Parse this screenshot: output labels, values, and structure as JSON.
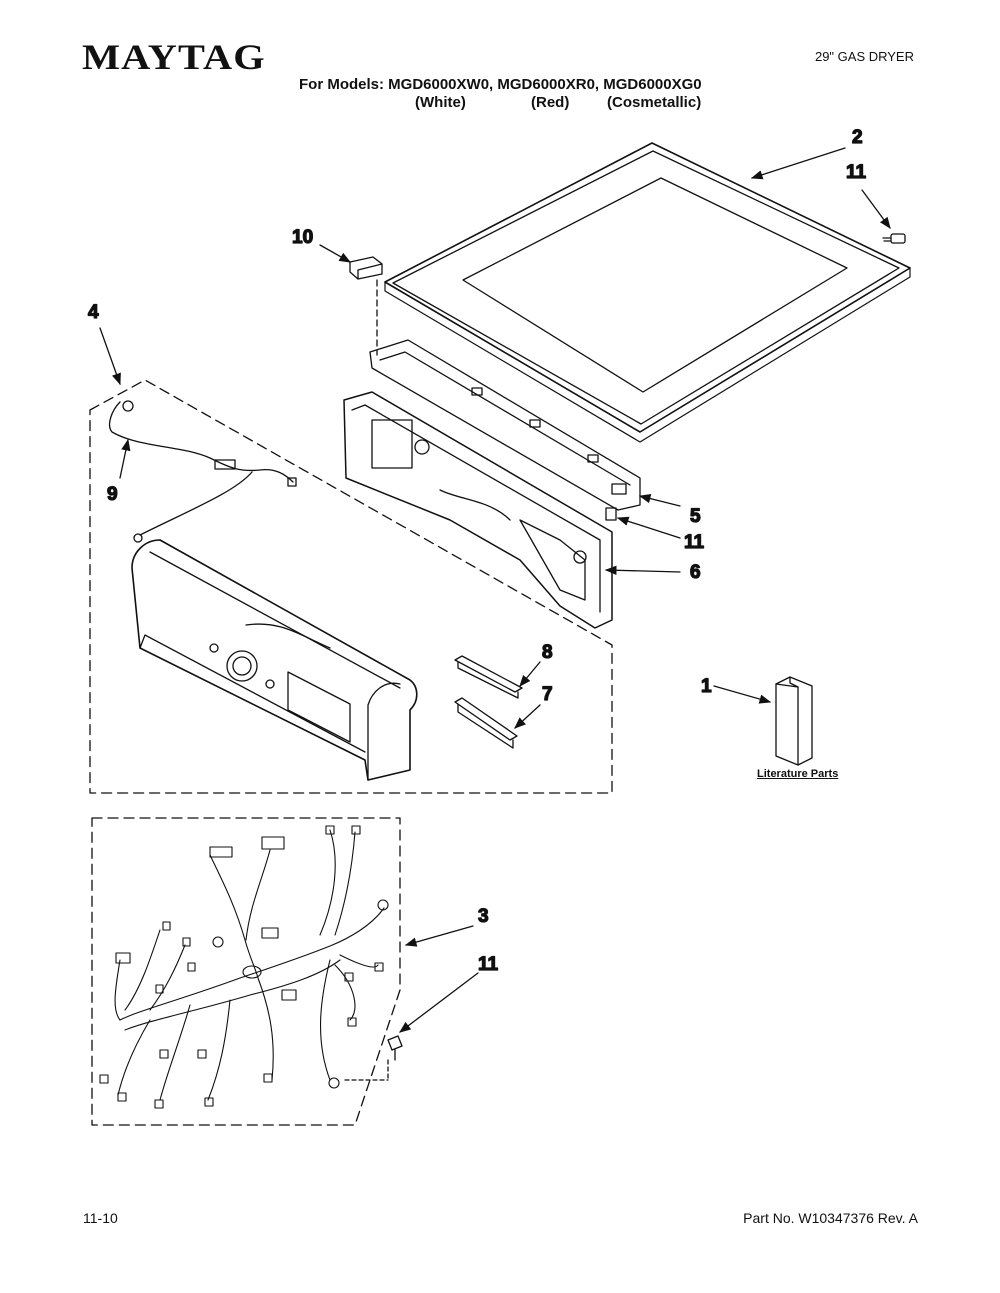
{
  "header": {
    "brand": "MAYTAG",
    "product": "29\" GAS DRYER",
    "models_line": "For Models: MGD6000XW0, MGD6000XR0, MGD6000XG0",
    "variants": [
      "(White)",
      "(Red)",
      "(Cosmetallic)"
    ]
  },
  "callouts": {
    "c1": "1",
    "c2": "2",
    "c3": "3",
    "c4": "4",
    "c5": "5",
    "c6": "6",
    "c7": "7",
    "c8": "8",
    "c9": "9",
    "c10": "10",
    "c11a": "11",
    "c11b": "11",
    "c11c": "11"
  },
  "literature_label": "Literature Parts",
  "footer": {
    "date": "11-10",
    "part_no": "Part No. W10347376 Rev. A"
  }
}
